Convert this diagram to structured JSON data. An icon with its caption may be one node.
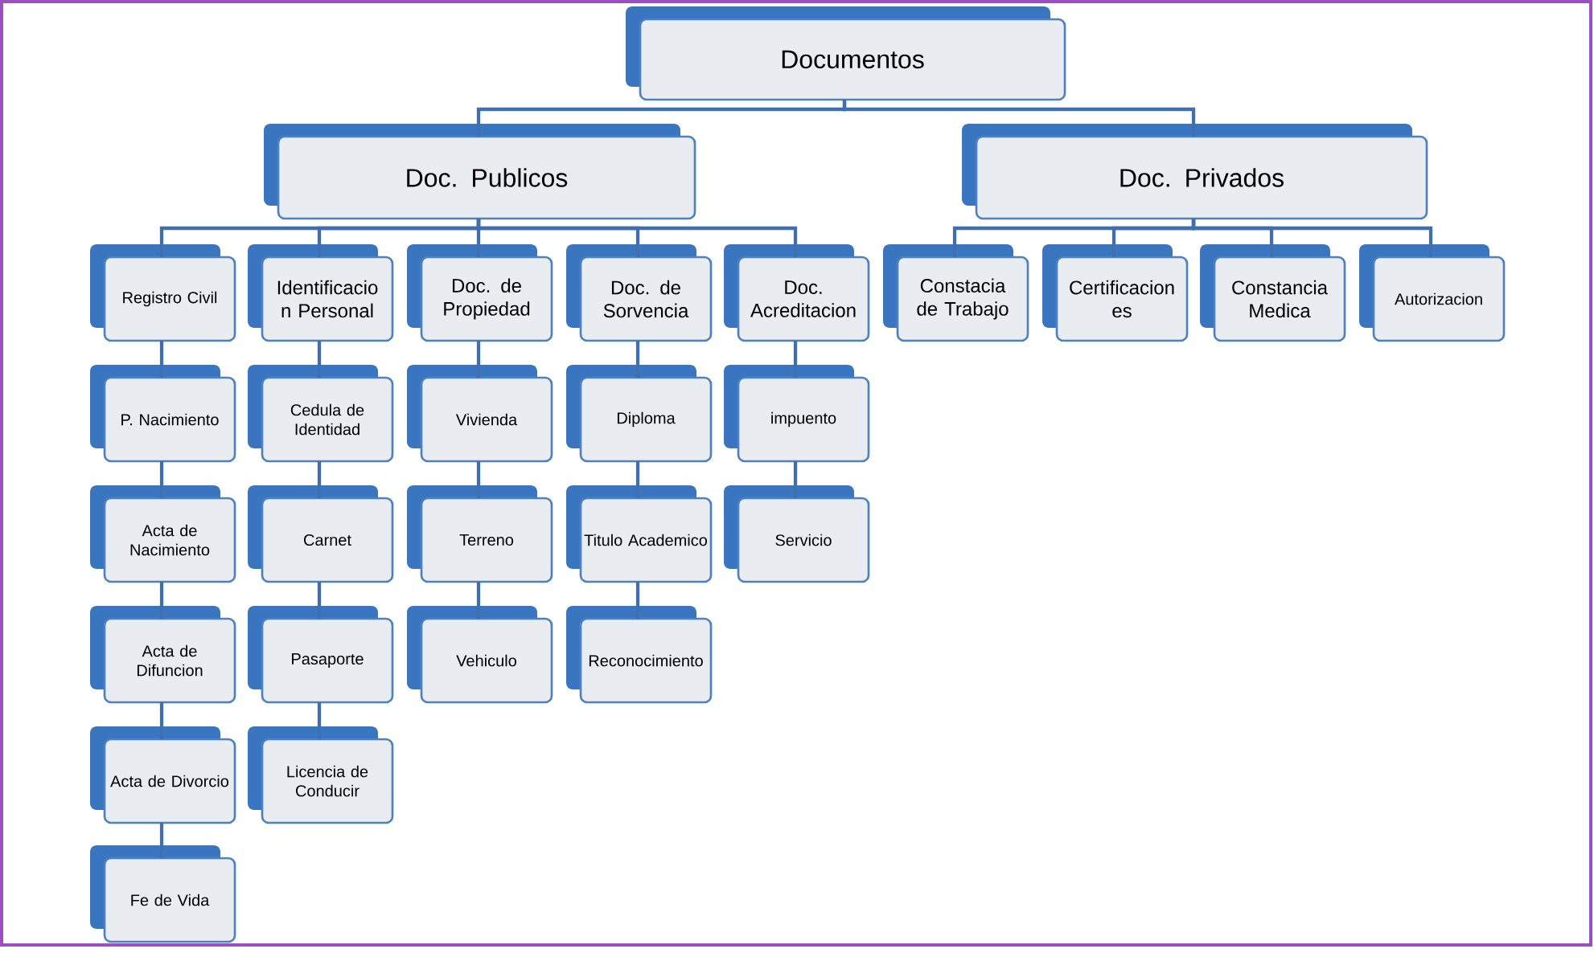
{
  "diagram": {
    "nodes": [
      {
        "text": [
          "Documentos"
        ]
      },
      {
        "text": [
          "Doc. Publicos"
        ]
      },
      {
        "text": [
          "Doc. Privados"
        ]
      },
      {
        "text": [
          "Registro Civil"
        ]
      },
      {
        "text": [
          "Identificacio n Personal"
        ]
      },
      {
        "text": [
          "Doc. de Propiedad"
        ]
      },
      {
        "text": [
          "Doc. de Sorvencia"
        ]
      },
      {
        "text": [
          "Doc. Acreditacion"
        ]
      },
      {
        "text": [
          "Constacia de Trabajo"
        ]
      },
      {
        "text": [
          "Certificacion es"
        ]
      },
      {
        "text": [
          "Constancia Medica"
        ]
      },
      {
        "text": [
          "Autorizacion"
        ]
      },
      {
        "text": [
          "P. Nacimiento"
        ]
      },
      {
        "text": [
          "Acta de Nacimiento"
        ]
      },
      {
        "text": [
          "Acta de Difuncion"
        ]
      },
      {
        "text": [
          "Acta de Divorcio"
        ]
      },
      {
        "text": [
          "Fe de Vida"
        ]
      },
      {
        "text": [
          "Cedula de Identidad"
        ]
      },
      {
        "text": [
          "Carnet"
        ]
      },
      {
        "text": [
          "Pasaporte"
        ]
      },
      {
        "text": [
          "Licencia de Conducir"
        ]
      },
      {
        "text": [
          "Vivienda"
        ]
      },
      {
        "text": [
          "Terreno"
        ]
      },
      {
        "text": [
          "Vehiculo"
        ]
      },
      {
        "text": [
          "Diploma"
        ]
      },
      {
        "text": [
          "Titulo Academico"
        ]
      },
      {
        "text": [
          "Reconocimiento"
        ]
      },
      {
        "text": [
          "impuento"
        ]
      },
      {
        "text": [
          "Servicio"
        ]
      }
    ],
    "edges": [
      {
        "from": 0,
        "to": 1,
        "arrow": "none"
      },
      {
        "from": 0,
        "to": 2,
        "arrow": "none"
      },
      {
        "from": 1,
        "to": 3,
        "arrow": "none"
      },
      {
        "from": 1,
        "to": 4,
        "arrow": "none"
      },
      {
        "from": 1,
        "to": 5,
        "arrow": "none"
      },
      {
        "from": 1,
        "to": 6,
        "arrow": "none"
      },
      {
        "from": 1,
        "to": 7,
        "arrow": "none"
      },
      {
        "from": 2,
        "to": 8,
        "arrow": "none"
      },
      {
        "from": 2,
        "to": 9,
        "arrow": "none"
      },
      {
        "from": 2,
        "to": 10,
        "arrow": "none"
      },
      {
        "from": 2,
        "to": 11,
        "arrow": "none"
      },
      {
        "from": 3,
        "to": 12,
        "arrow": "none"
      },
      {
        "from": 12,
        "to": 13,
        "arrow": "none"
      },
      {
        "from": 13,
        "to": 14,
        "arrow": "none"
      },
      {
        "from": 14,
        "to": 15,
        "arrow": "none"
      },
      {
        "from": 15,
        "to": 16,
        "arrow": "none"
      },
      {
        "from": 4,
        "to": 17,
        "arrow": "none"
      },
      {
        "from": 17,
        "to": 18,
        "arrow": "none"
      },
      {
        "from": 18,
        "to": 19,
        "arrow": "none"
      },
      {
        "from": 19,
        "to": 20,
        "arrow": "none"
      },
      {
        "from": 5,
        "to": 21,
        "arrow": "none"
      },
      {
        "from": 21,
        "to": 22,
        "arrow": "none"
      },
      {
        "from": 22,
        "to": 23,
        "arrow": "none"
      },
      {
        "from": 6,
        "to": 24,
        "arrow": "none"
      },
      {
        "from": 24,
        "to": 25,
        "arrow": "none"
      },
      {
        "from": 25,
        "to": 26,
        "arrow": "none"
      },
      {
        "from": 7,
        "to": 27,
        "arrow": "none"
      },
      {
        "from": 27,
        "to": 28,
        "arrow": "none"
      }
    ]
  }
}
